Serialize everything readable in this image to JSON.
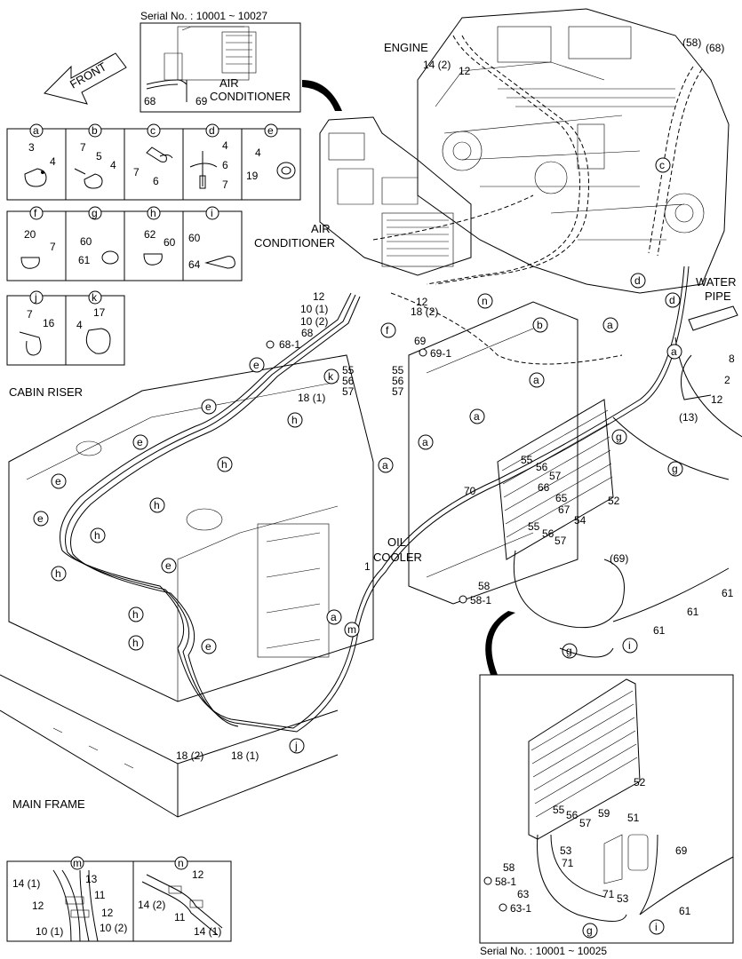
{
  "serial_top": "Serial No. : 10001 ~ 10027",
  "serial_bottom": "Serial No. : 10001 ~ 10025",
  "front": "FRONT",
  "labels": {
    "engine": "ENGINE",
    "air_conditioner_1": "AIR",
    "air_conditioner_1b": "CONDITIONER",
    "air_conditioner_2": "AIR",
    "air_conditioner_2b": "CONDITIONER",
    "water_pipe_1": "WATER",
    "water_pipe_2": "PIPE",
    "cabin_riser": "CABIN RISER",
    "oil_cooler_1": "OIL",
    "oil_cooler_2": "COOLER",
    "main_frame": "MAIN FRAME"
  },
  "detail_boxes": [
    {
      "letter": "a",
      "parts": [
        "3",
        "4"
      ]
    },
    {
      "letter": "b",
      "parts": [
        "7",
        "5",
        "4"
      ]
    },
    {
      "letter": "c",
      "parts": [
        "7",
        "6"
      ]
    },
    {
      "letter": "d",
      "parts": [
        "4",
        "6",
        "7"
      ]
    },
    {
      "letter": "e",
      "parts": [
        "4",
        "19"
      ]
    },
    {
      "letter": "f",
      "parts": [
        "20",
        "7"
      ]
    },
    {
      "letter": "g",
      "parts": [
        "60",
        "61"
      ]
    },
    {
      "letter": "h",
      "parts": [
        "62",
        "60"
      ]
    },
    {
      "letter": "i",
      "parts": [
        "60",
        "64"
      ]
    },
    {
      "letter": "j",
      "parts": [
        "7",
        "16"
      ]
    },
    {
      "letter": "k",
      "parts": [
        "17",
        "4"
      ]
    }
  ],
  "inset_top_parts": [
    "68",
    "69"
  ],
  "callouts": {
    "c14_2": "14 (2)",
    "c12a": "12",
    "c58p": "(58)",
    "c68p": "(68)",
    "c12b": "12",
    "c10_1": "10 (1)",
    "c10_2": "10 (2)",
    "c68": "68",
    "c68_1": "68-1",
    "c18_2a": "18 (2)",
    "c12c": "12",
    "c69": "69",
    "c69_1": "69-1",
    "c55a": "55",
    "c56a": "56",
    "c57a": "57",
    "c55b": "55",
    "c56b": "56",
    "c57b": "57",
    "c18_1a": "18 (1)",
    "c8": "8",
    "c2": "2",
    "c12d": "12",
    "c13": "(13)",
    "c55c": "55",
    "c56c": "56",
    "c57c": "57",
    "c66": "66",
    "c65": "65",
    "c67": "67",
    "c54": "54",
    "c52": "52",
    "c70": "70",
    "c55d": "55",
    "c56d": "56",
    "c57d": "57",
    "c69p": "(69)",
    "c58": "58",
    "c58_1": "58-1",
    "c61a": "61",
    "c61b": "61",
    "c61c": "61",
    "c1": "1",
    "c18_2b": "18 (2)",
    "c18_1b": "18 (1)",
    "c52b": "52",
    "c55e": "55",
    "c56e": "56",
    "c57e": "57",
    "c59": "59",
    "c51": "51",
    "c53a": "53",
    "c71a": "71",
    "c69b": "69",
    "c58b": "58",
    "c58_1b": "58-1",
    "c63": "63",
    "c63_1": "63-1",
    "c71b": "71",
    "c53b": "53",
    "c61d": "61"
  },
  "inset_m": {
    "letter": "m",
    "parts": {
      "p14_1a": "14 (1)",
      "p13": "13",
      "p11": "11",
      "p12a": "12",
      "p12b": "12",
      "p10_1": "10 (1)",
      "p10_2": "10 (2)"
    }
  },
  "inset_n": {
    "letter": "n",
    "parts": {
      "p12": "12",
      "p14_2": "14 (2)",
      "p11": "11",
      "p14_1": "14 (1)"
    }
  }
}
